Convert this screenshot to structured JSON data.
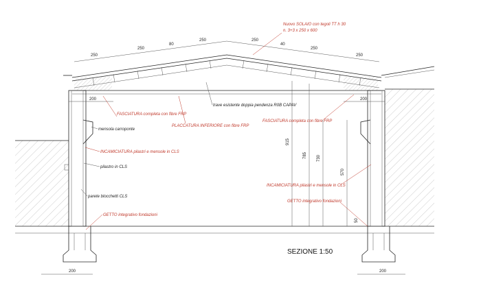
{
  "drawing": {
    "title": "SEZIONE 1:50",
    "roof_note": {
      "line1": "Nuovo SOLAIO con tegoli TT h 30",
      "line2": "n. 3+3 x 250 x 600"
    },
    "labels": {
      "fasciatura_left": "FASCIATURA completa con fibre FRP",
      "placcatura": "PLACCATURA INFERIORE con fibre FRP",
      "fasciatura_right": "FASCIATURA completa con fibre FRP",
      "trave": "trave esistente doppia pendenza R0B CAPAV",
      "mensola": "mensola carroponte",
      "incamiciatura_left": "INCAMICIATURA pilastri e mensole in CLS",
      "pilastro": "pilastro in CLS",
      "parete": "parete blocchetti CLS",
      "getto_left": "GETTO integrativo fondazioni",
      "incamiciatura_right": "INCAMICIATURA pilastri e mensole in CLS",
      "getto_right": "GETTO integrativo fondazioni"
    },
    "dims": {
      "top": [
        "250",
        "250",
        "80",
        "250",
        "250",
        "40",
        "250",
        "250"
      ],
      "left_200": "200",
      "right_200": "200",
      "h915": "915",
      "h785": "785",
      "h730": "730",
      "h570": "570",
      "h50": "50",
      "base_left": "200",
      "base_right": "200"
    },
    "colors": {
      "annotation": "#c0392b",
      "line": "#222222"
    }
  }
}
